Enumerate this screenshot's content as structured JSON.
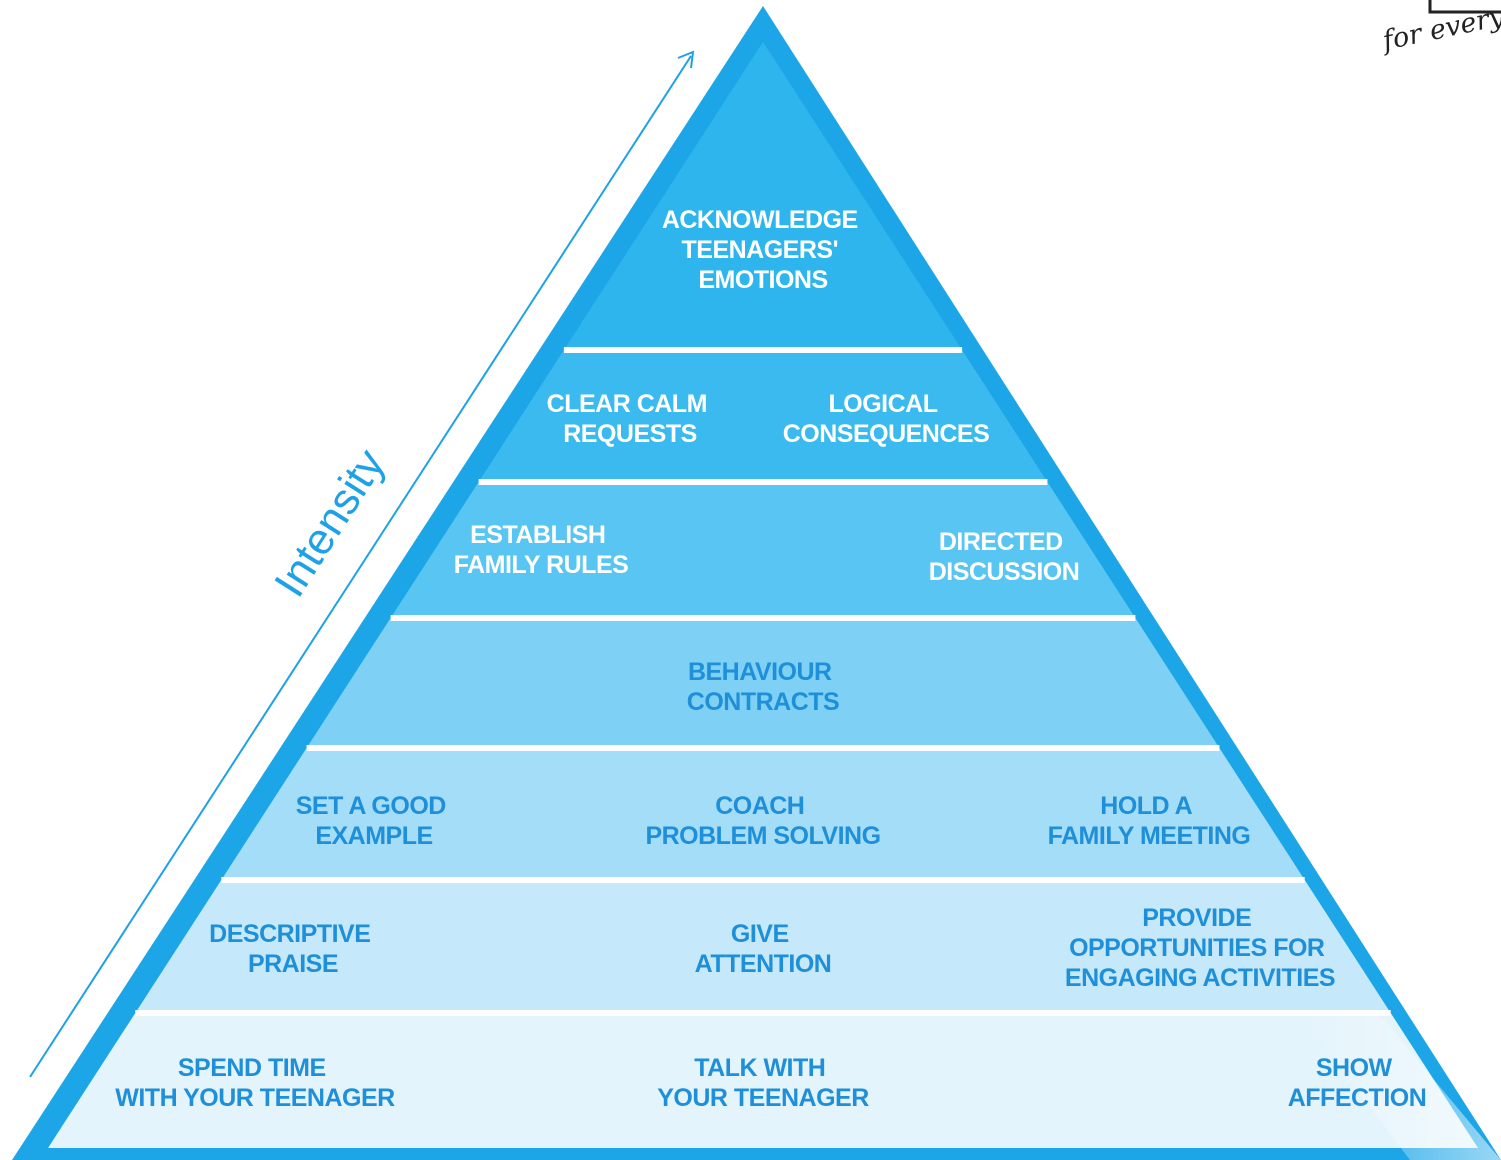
{
  "logo": {
    "text": "for every"
  },
  "axis": {
    "label": "Intensity"
  },
  "colors": {
    "outline": "#1ca6e8",
    "tier_1_top": "#2fb5ee",
    "tier_2": "#3bbaf0",
    "tier_3": "#59c5f2",
    "tier_4": "#7ed1f5",
    "tier_5": "#a3ddf8",
    "tier_6": "#c5e9fa",
    "tier_7_base": "#e4f4fc",
    "separator": "#ffffff",
    "text_light": "#ffffff",
    "text_dark": "#1e8fd8"
  },
  "tiers": [
    {
      "items": [
        {
          "lines": [
            "ACKNOWLEDGE",
            "TEENAGERS'",
            "EMOTIONS"
          ]
        }
      ]
    },
    {
      "items": [
        {
          "lines": [
            "CLEAR CALM",
            "REQUESTS"
          ]
        },
        {
          "lines": [
            "LOGICAL",
            "CONSEQUENCES"
          ]
        }
      ]
    },
    {
      "items": [
        {
          "lines": [
            "ESTABLISH",
            "FAMILY RULES"
          ]
        },
        {
          "lines": [
            "DIRECTED",
            "DISCUSSION"
          ]
        }
      ]
    },
    {
      "items": [
        {
          "lines": [
            "BEHAVIOUR",
            "CONTRACTS"
          ]
        }
      ]
    },
    {
      "items": [
        {
          "lines": [
            "SET A GOOD",
            "EXAMPLE"
          ]
        },
        {
          "lines": [
            "COACH",
            "PROBLEM SOLVING"
          ]
        },
        {
          "lines": [
            "HOLD A",
            "FAMILY MEETING"
          ]
        }
      ]
    },
    {
      "items": [
        {
          "lines": [
            "DESCRIPTIVE",
            "PRAISE"
          ]
        },
        {
          "lines": [
            "GIVE",
            "ATTENTION"
          ]
        },
        {
          "lines": [
            "PROVIDE",
            "OPPORTUNITIES FOR",
            "ENGAGING ACTIVITIES"
          ]
        }
      ]
    },
    {
      "items": [
        {
          "lines": [
            "SPEND TIME",
            "WITH YOUR TEENAGER"
          ]
        },
        {
          "lines": [
            "TALK WITH",
            "YOUR TEENAGER"
          ]
        },
        {
          "lines": [
            "SHOW",
            "AFFECTION"
          ]
        }
      ]
    }
  ]
}
